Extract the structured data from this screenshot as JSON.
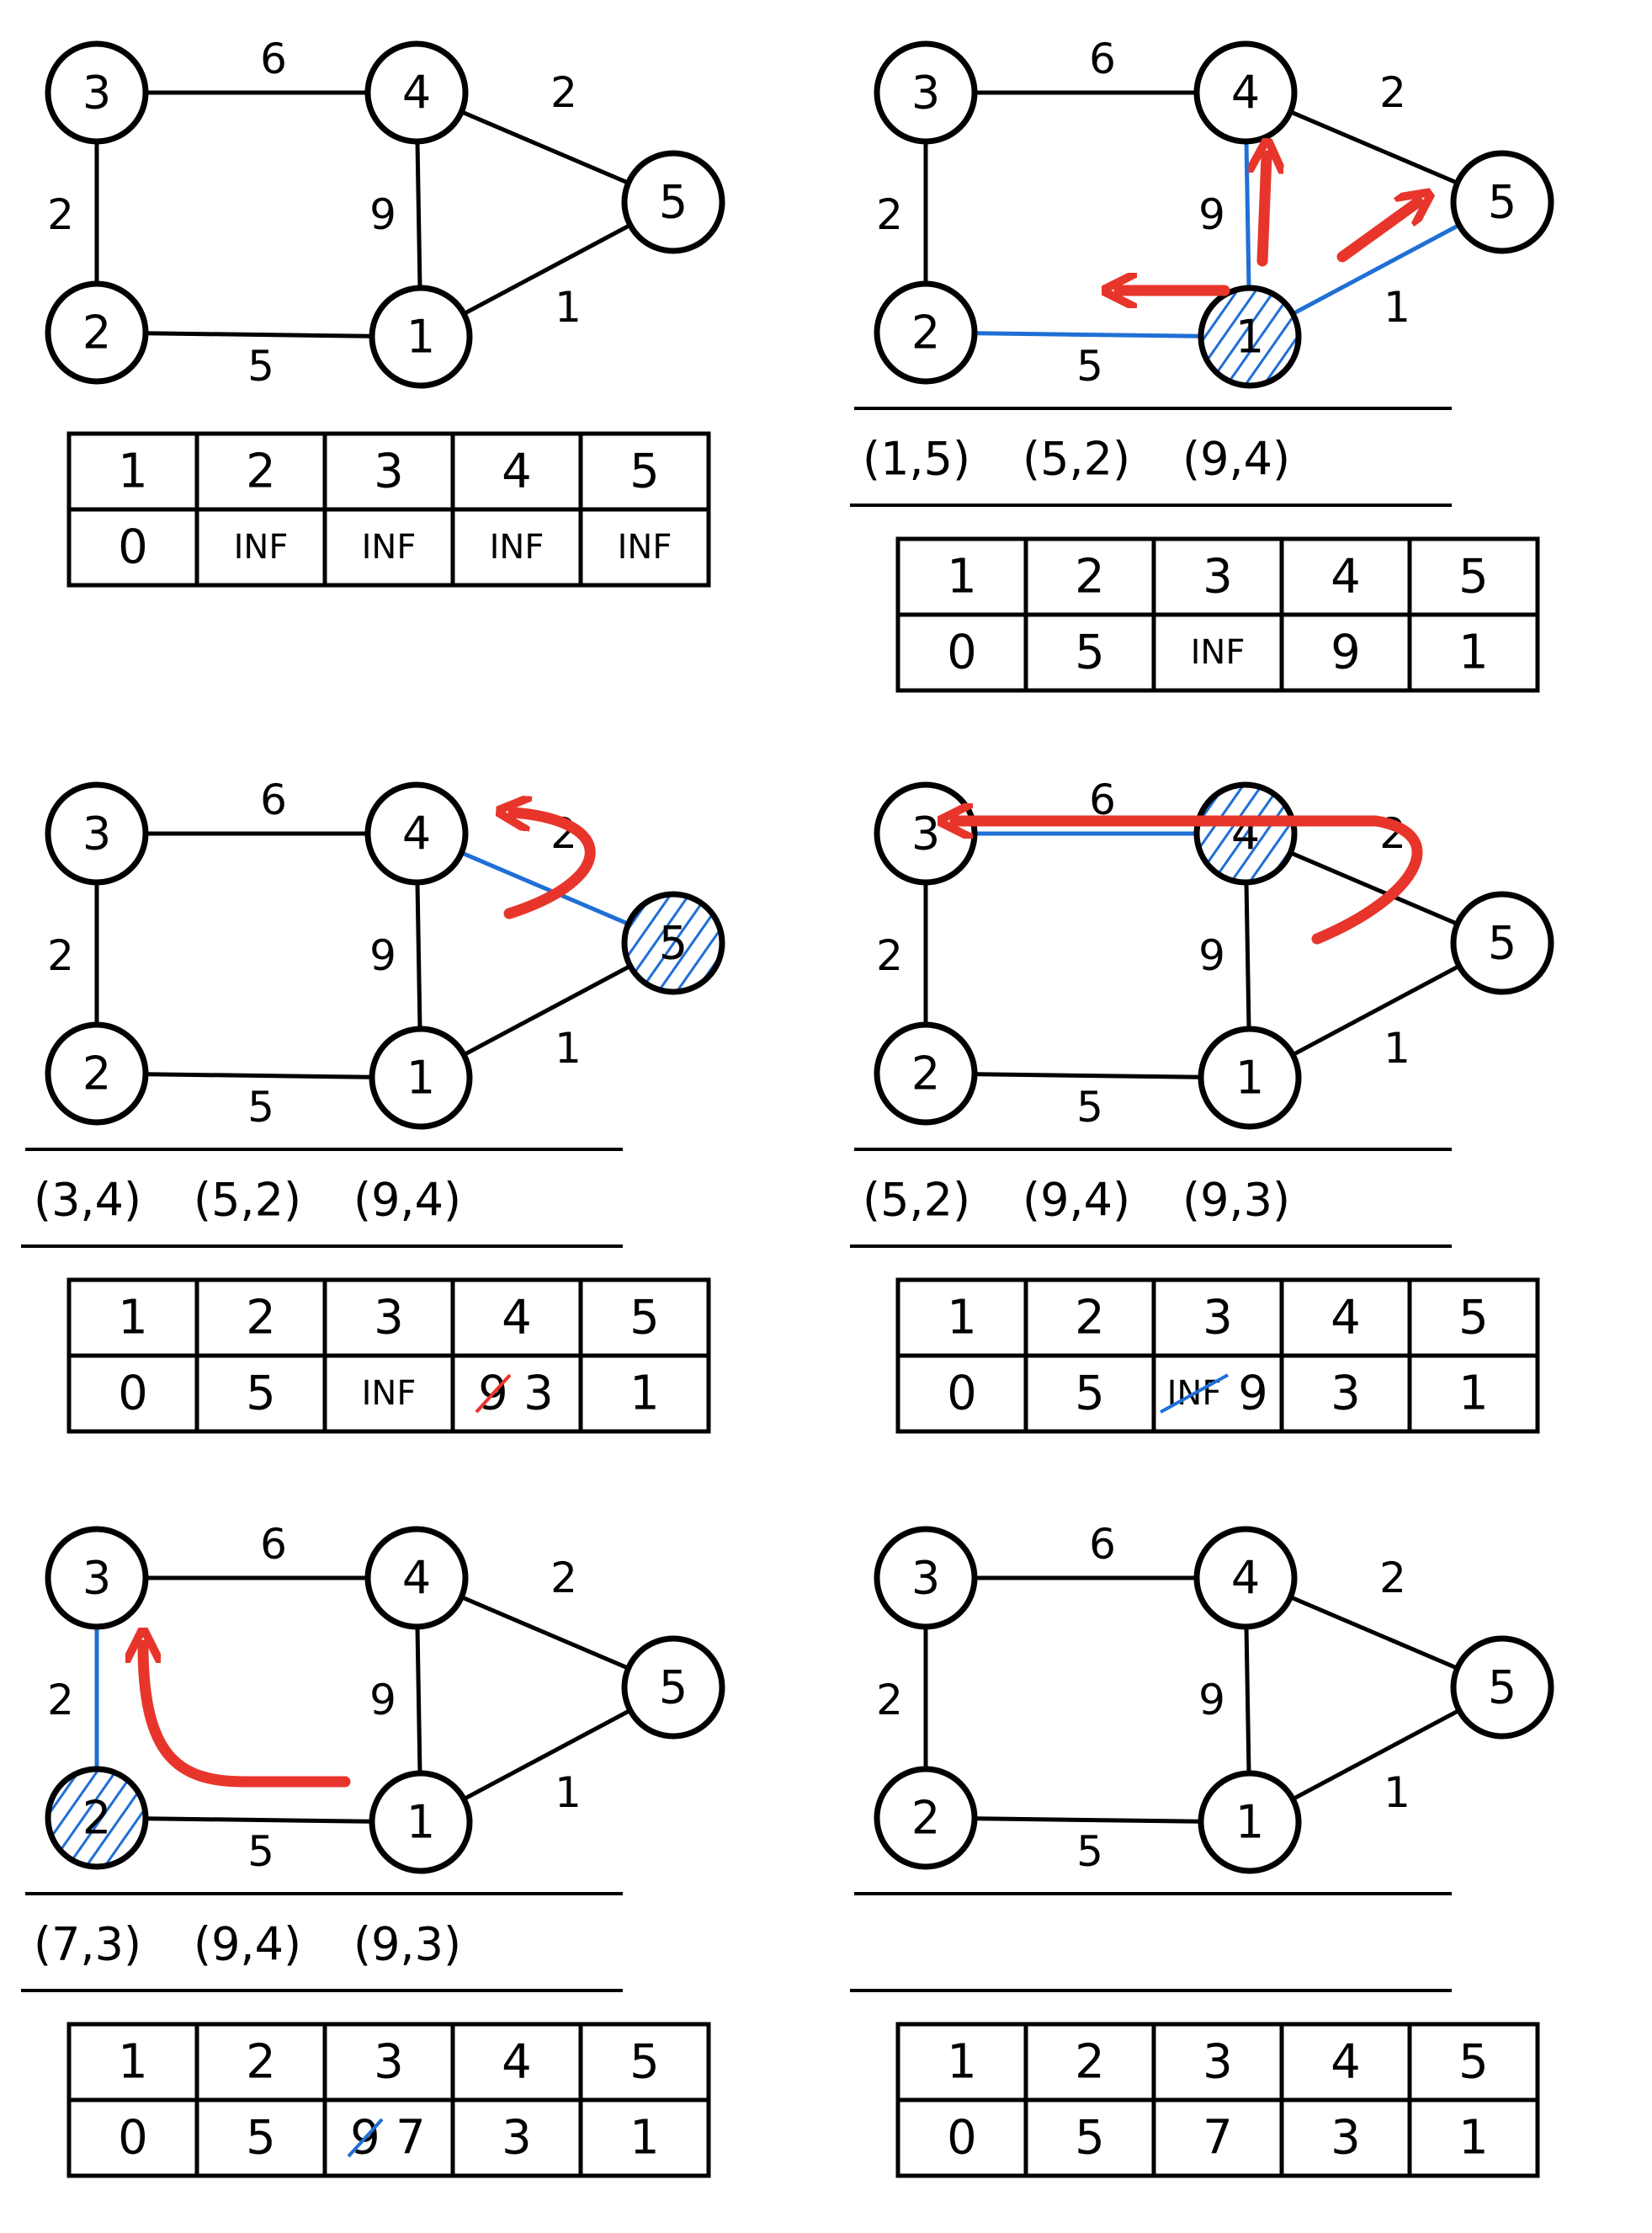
{
  "edge_weights": {
    "e34": "6",
    "e32": "2",
    "e21": "5",
    "e41": "9",
    "e45": "2",
    "e15": "1"
  },
  "node_labels": {
    "n1": "1",
    "n2": "2",
    "n3": "3",
    "n4": "4",
    "n5": "5"
  },
  "table_headers": [
    "1",
    "2",
    "3",
    "4",
    "5"
  ],
  "colors": {
    "ink": "#000000",
    "highlight_blue": "#1f6fd6",
    "arrow_red": "#e8352b"
  },
  "panels": [
    {
      "step": 1,
      "visited_node": "",
      "highlighted_edges": [],
      "queue": [],
      "distances": [
        {
          "value": "0"
        },
        {
          "value": "INF"
        },
        {
          "value": "INF"
        },
        {
          "value": "INF"
        },
        {
          "value": "INF"
        }
      ]
    },
    {
      "step": 2,
      "visited_node": "1",
      "highlighted_edges": [
        "1-2",
        "1-4",
        "1-5"
      ],
      "queue": [
        {
          "text": "(1,5)",
          "color": "black"
        },
        {
          "text": "(5,2)",
          "color": "black"
        },
        {
          "text": "(9,4)",
          "color": "black"
        }
      ],
      "distances": [
        {
          "value": "0"
        },
        {
          "value": "5",
          "color": "blue"
        },
        {
          "value": "INF"
        },
        {
          "value": "9",
          "color": "blue"
        },
        {
          "value": "1",
          "color": "blue"
        }
      ]
    },
    {
      "step": 3,
      "visited_node": "5",
      "highlighted_edges": [
        "5-4"
      ],
      "queue": [
        {
          "text": "(3,4)",
          "color": "blue"
        },
        {
          "text": "(5,2)",
          "color": "black"
        },
        {
          "text": "(9,4)",
          "color": "black"
        }
      ],
      "distances": [
        {
          "value": "0"
        },
        {
          "value": "5"
        },
        {
          "value": "INF"
        },
        {
          "old": "9",
          "new": "3",
          "strike_color": "red"
        },
        {
          "value": "1"
        }
      ]
    },
    {
      "step": 4,
      "visited_node": "4",
      "highlighted_edges": [
        "4-3"
      ],
      "queue": [
        {
          "text": "(5,2)",
          "color": "black"
        },
        {
          "text": "(9,4)",
          "color": "black"
        },
        {
          "text": "(9,3)",
          "color": "blue"
        }
      ],
      "distances": [
        {
          "value": "0"
        },
        {
          "value": "5"
        },
        {
          "old": "INF",
          "new": "9",
          "strike_color": "blue"
        },
        {
          "value": "3"
        },
        {
          "value": "1"
        }
      ]
    },
    {
      "step": 5,
      "visited_node": "2",
      "highlighted_edges": [
        "2-3"
      ],
      "queue": [
        {
          "text": "(7,3)",
          "color": "blue"
        },
        {
          "text": "(9,4)",
          "color": "black"
        },
        {
          "text": "(9,3)",
          "color": "black"
        }
      ],
      "distances": [
        {
          "value": "0"
        },
        {
          "value": "5"
        },
        {
          "old": "9",
          "new": "7",
          "strike_color": "blue"
        },
        {
          "value": "3"
        },
        {
          "value": "1"
        }
      ]
    },
    {
      "step": 6,
      "visited_node": "",
      "highlighted_edges": [],
      "queue": [],
      "distances": [
        {
          "value": "0"
        },
        {
          "value": "5"
        },
        {
          "value": "7"
        },
        {
          "value": "3"
        },
        {
          "value": "1"
        }
      ]
    }
  ]
}
